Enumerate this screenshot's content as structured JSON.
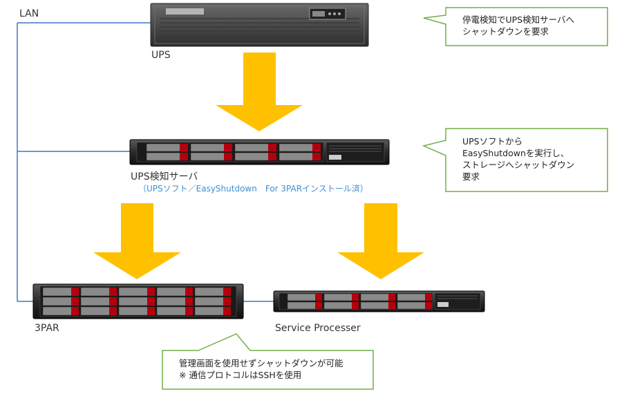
{
  "network": {
    "lan_label": "LAN"
  },
  "devices": {
    "ups": {
      "label": "UPS"
    },
    "ups_server": {
      "label": "UPS検知サーバ",
      "sublabel": "（UPSソフト／EasyShutdown　For 3PARインストール済）"
    },
    "storage": {
      "label": "3PAR"
    },
    "service_processor": {
      "label": "Service Processer"
    }
  },
  "callouts": {
    "ups_note": {
      "lines": [
        "停電検知でUPS検知サーバへ",
        "シャットダウンを要求"
      ]
    },
    "server_note": {
      "lines": [
        "UPSソフトから",
        "EasyShutdownを実行し、",
        "ストレージへシャットダウン",
        "要求"
      ]
    },
    "bottom_note": {
      "lines": [
        "管理画面を使用せずシャットダウンが可能",
        "※ 通信プロトコルはSSHを使用"
      ]
    }
  },
  "colors": {
    "arrow": "#ffc000",
    "lan_line": "#4472c4",
    "callout_border": "#70ad47",
    "sublabel": "#3f8fd0"
  }
}
